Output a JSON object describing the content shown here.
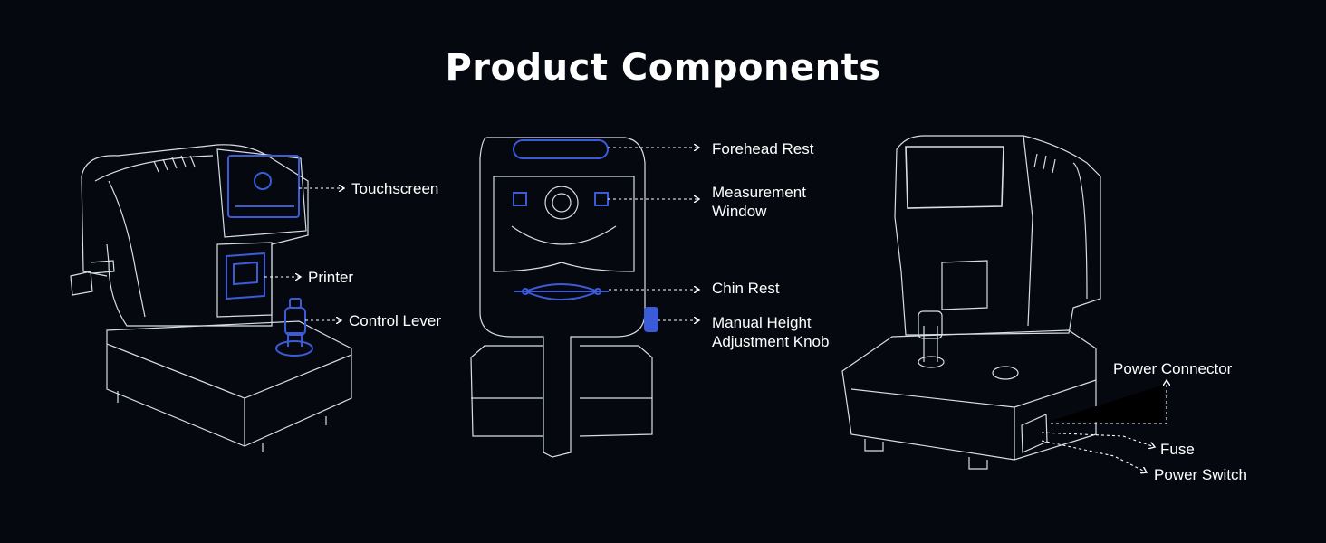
{
  "title": "Product Components",
  "colors": {
    "background": "#05080f",
    "line": "#d9dde6",
    "accent": "#3b5bd9"
  },
  "labels": {
    "touchscreen": "Touchscreen",
    "printer": "Printer",
    "control_lever": "Control Lever",
    "forehead_rest": "Forehead Rest",
    "measurement_window_1": "Measurement",
    "measurement_window_2": "Window",
    "chin_rest": "Chin Rest",
    "height_knob_1": "Manual Height",
    "height_knob_2": "Adjustment Knob",
    "power_connector": "Power Connector",
    "fuse": "Fuse",
    "power_switch": "Power Switch"
  }
}
